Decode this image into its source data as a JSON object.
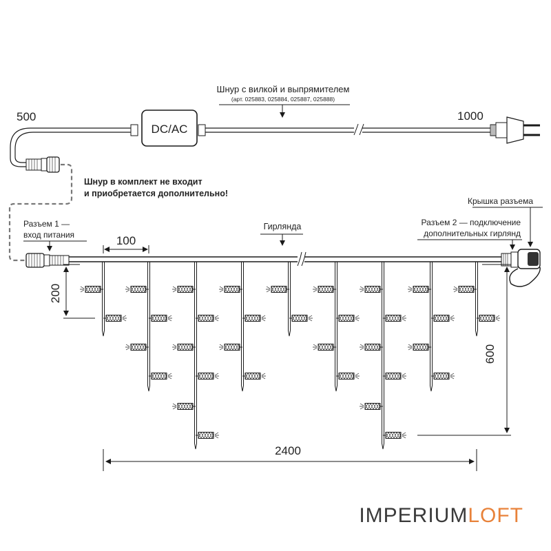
{
  "cord": {
    "title": "Шнур с вилкой и выпрямителем",
    "articles": "(арт. 025883, 025884, 025887, 025888)",
    "adapter_label": "DC/AC",
    "length_left": "500",
    "length_right": "1000"
  },
  "note": {
    "line1": "Шнур в комплект не входит",
    "line2": "и приобретается дополнительно!"
  },
  "connector1": {
    "line1": "Разъем 1 —",
    "line2": "вход питания"
  },
  "connector2": {
    "line1": "Разъем 2 — подключение",
    "line2": "дополнительных гирлянд"
  },
  "cap_label": "Крышка разъема",
  "garland_label": "Гирлянда",
  "dimensions": {
    "spacing": "100",
    "drop_short": "200",
    "drop_long": "600",
    "total_length": "2400"
  },
  "logo": {
    "part1": "IMPERIUM",
    "part2": "LOFT",
    "color1": "#3a3a3a",
    "color2": "#e8823a"
  }
}
